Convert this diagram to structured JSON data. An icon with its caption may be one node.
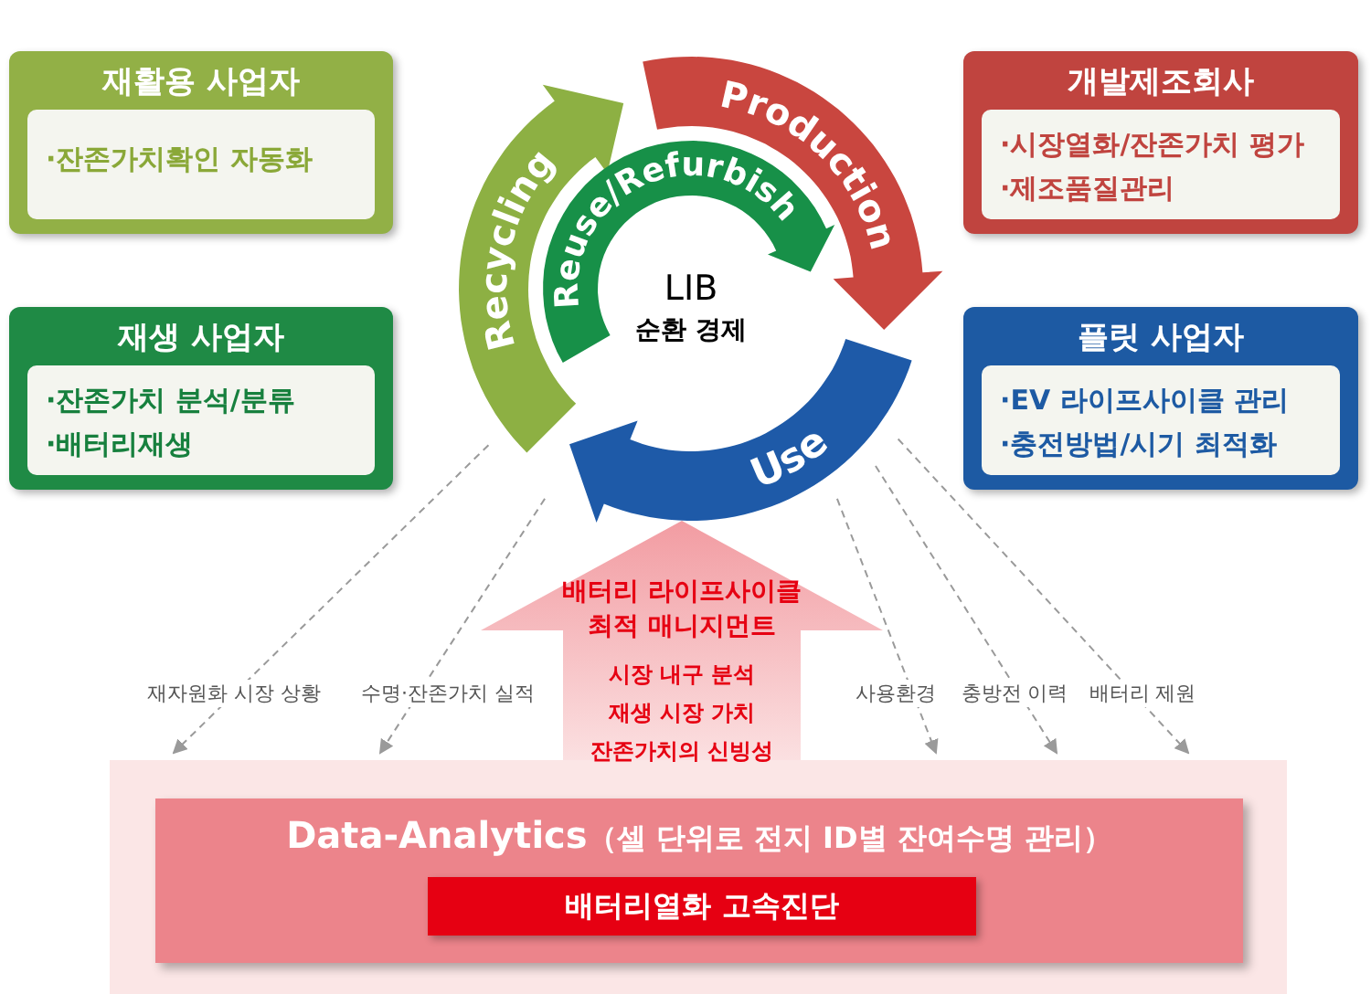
{
  "diagram": {
    "nodes": [
      {
        "text": [
          "재활용 사업자",
          "·잔존가치확인 자동화"
        ]
      },
      {
        "text": [
          "재생 사업자",
          "·잔존가치 분석/분류",
          "·배터리재생"
        ]
      },
      {
        "text": [
          "Recycling"
        ]
      },
      {
        "text": [
          "Production"
        ]
      },
      {
        "text": [
          "Reuse/Refurbish"
        ]
      },
      {
        "text": [
          "Use"
        ]
      },
      {
        "text": [
          "개발제조회사",
          "·시장열화/잔존가치 평가",
          "·제조품질관리"
        ]
      },
      {
        "text": [
          "플릿 사업자",
          "·EV 라이프사이클 관리",
          "·충전방법/시기 최적화"
        ]
      },
      {
        "text": [
          "배터리 라이프사이클 최적 매니지먼트",
          "시장 내구 분석",
          "재생 시장 가치",
          "잔존가치의 신빙성"
        ]
      },
      {
        "text": [],
        "shape": "box"
      },
      {
        "text": [
          "Data-Analytics",
          "（셀 단위로 전지 ID별 잔여수명 관리）"
        ],
        "in": 9
      },
      {
        "text": [
          "배터리열화 고속진단"
        ],
        "in": 10
      }
    ],
    "edges": [
      {
        "from": 2,
        "to": 9,
        "arrow": "to",
        "style": "dashed",
        "label": "재자원화 시장 상황"
      },
      {
        "from": 5,
        "to": 9,
        "arrow": "to",
        "style": "dashed",
        "label": "수명·잔존가치 실적"
      },
      {
        "from": 5,
        "to": 9,
        "arrow": "to",
        "style": "dashed",
        "label": "사용환경"
      },
      {
        "from": 5,
        "to": 9,
        "arrow": "to",
        "style": "dashed",
        "label": "충방전 이력"
      },
      {
        "from": 5,
        "to": 9,
        "arrow": "to",
        "style": "dashed",
        "label": "배터리 제원"
      }
    ],
    "labels": [
      "LIB",
      "순환 경제"
    ]
  }
}
